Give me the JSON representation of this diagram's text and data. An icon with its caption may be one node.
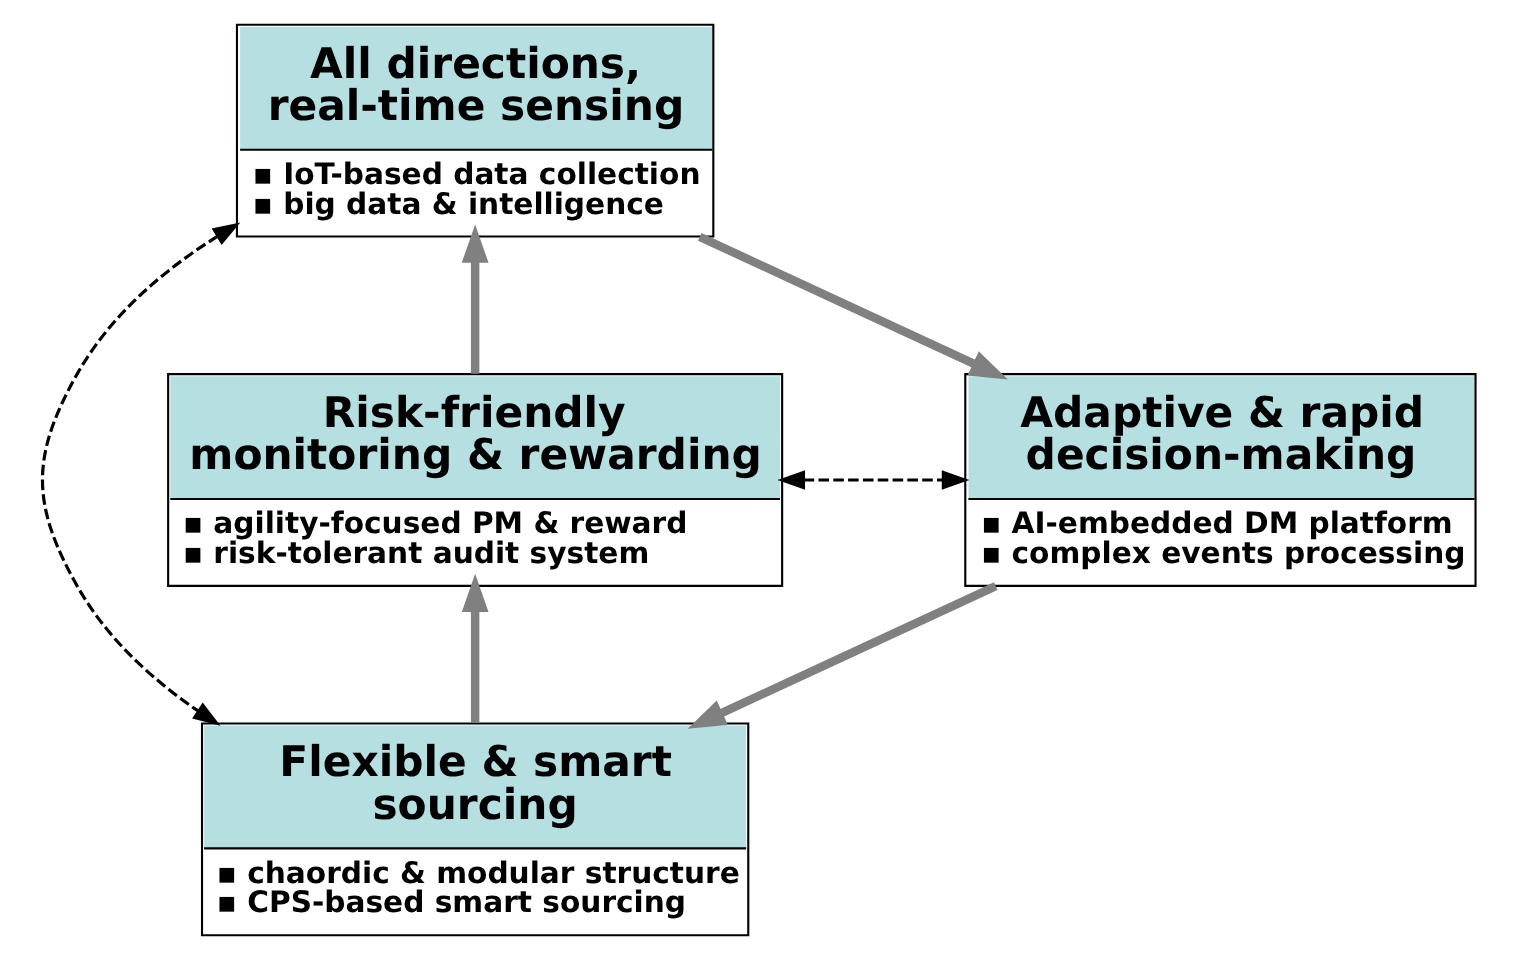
{
  "diagram": {
    "nodes": [
      {
        "text": [
          "All directions, real-time sensing",
          "▪ IoT-based data collection",
          "▪ big data & intelligence"
        ]
      },
      {
        "text": [
          "Risk-friendly monitoring & rewarding",
          "▪ agility-focused PM & reward",
          "▪ risk-tolerant audit system"
        ]
      },
      {
        "text": [
          "Adaptive & rapid decision-making",
          "▪ AI-embedded DM platform",
          "▪ complex events processing"
        ]
      },
      {
        "text": [
          "Flexible & smart sourcing",
          "▪ chaordic & modular structure",
          "▪ CPS-based smart sourcing"
        ]
      }
    ],
    "edges": [
      {
        "from": 0,
        "to": 2,
        "arrow": "to"
      },
      {
        "from": 2,
        "to": 3,
        "arrow": "to"
      },
      {
        "from": 3,
        "to": 1,
        "arrow": "to"
      },
      {
        "from": 1,
        "to": 0,
        "arrow": "to"
      },
      {
        "from": 0,
        "to": 3,
        "arrow": "both",
        "style": "dashed",
        "color": "#000000"
      },
      {
        "from": 1,
        "to": 2,
        "arrow": "both",
        "style": "dashed",
        "color": "#000000"
      }
    ]
  }
}
